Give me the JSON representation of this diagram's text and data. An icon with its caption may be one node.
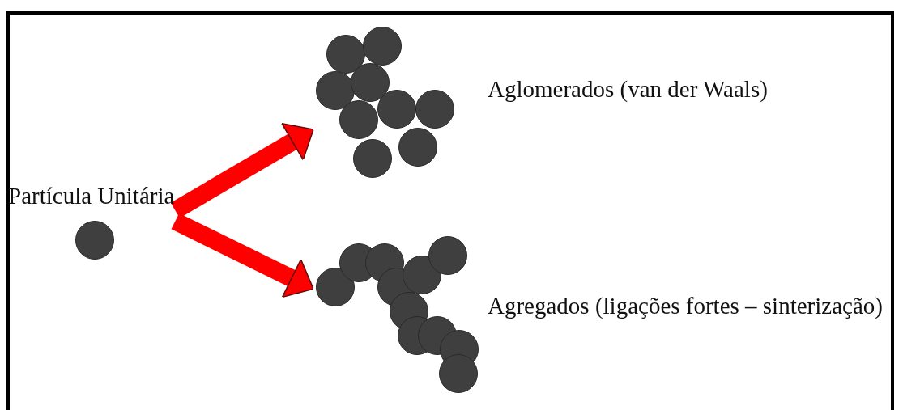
{
  "diagram": {
    "nodes": [
      {
        "text": [
          "Partícula Unitária"
        ]
      },
      {
        "text": [],
        "shape": "cluster",
        "beside": [
          "Aglomerados (van der Waals)"
        ]
      },
      {
        "text": [],
        "shape": "cluster",
        "beside": [
          "Agregados (ligações fortes – sinterização)"
        ]
      }
    ],
    "edges": [
      {
        "from": 0,
        "to": 1,
        "arrow": "to"
      },
      {
        "from": 0,
        "to": 2,
        "arrow": "to"
      }
    ]
  }
}
